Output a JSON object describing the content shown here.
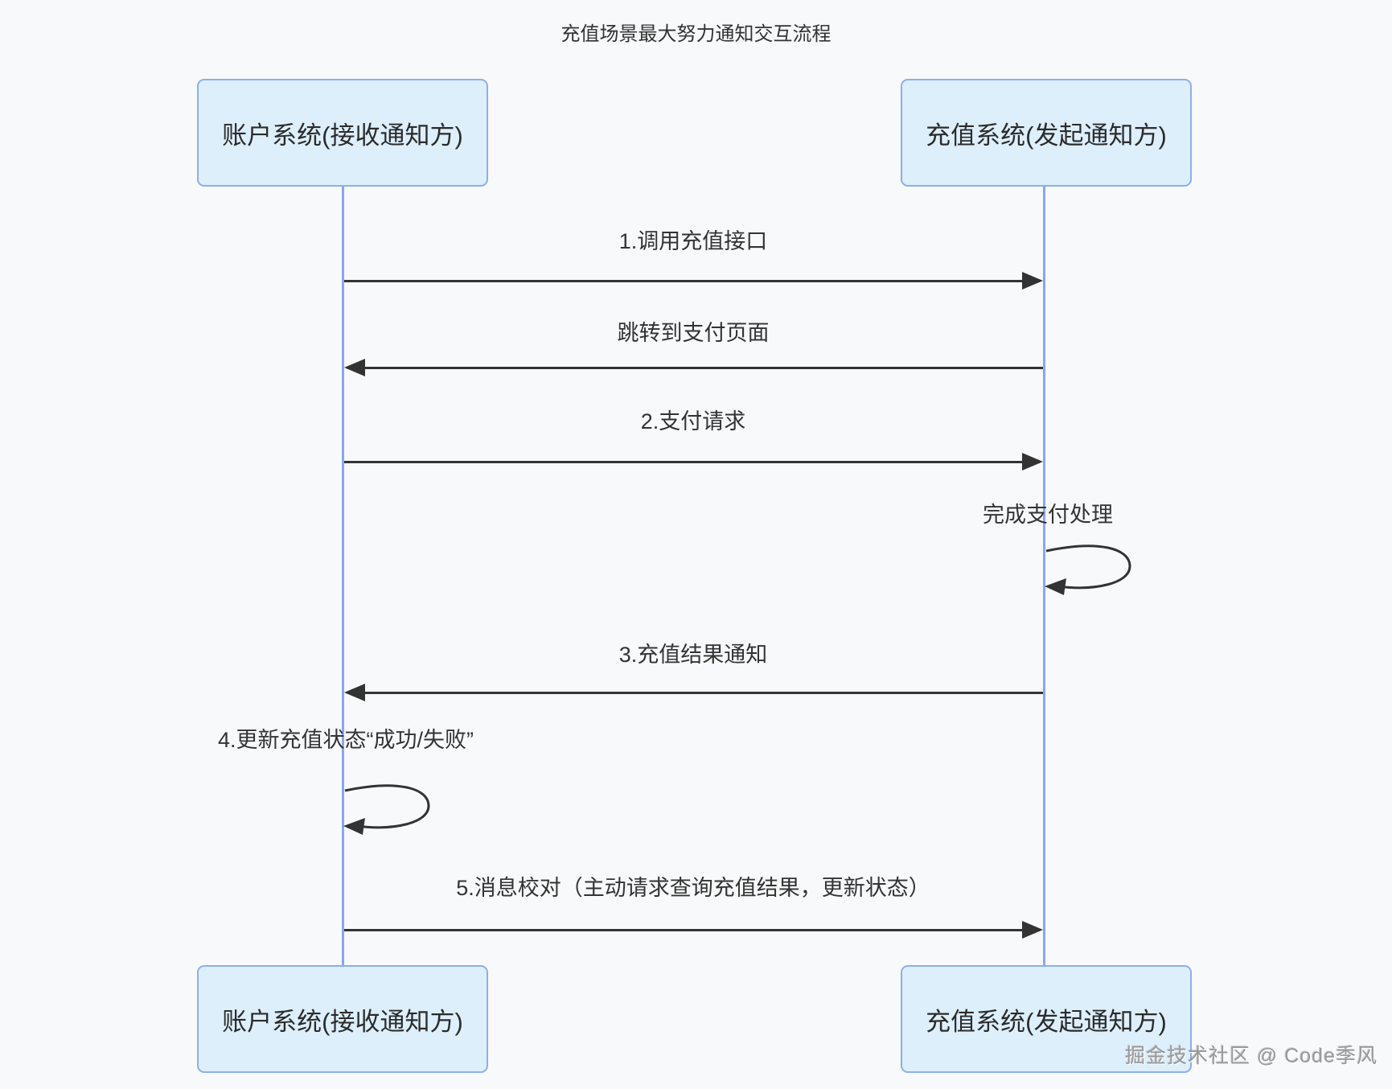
{
  "diagram": {
    "title": "充值场景最大努力通知交互流程",
    "participants": [
      {
        "id": "account",
        "label": "账户系统(接收通知方)"
      },
      {
        "id": "recharge",
        "label": "充值系统(发起通知方)"
      }
    ],
    "messages": [
      {
        "label": "1.调用充值接口",
        "from": "account",
        "to": "recharge",
        "kind": "solid-arrow"
      },
      {
        "label": "跳转到支付页面",
        "from": "recharge",
        "to": "account",
        "kind": "solid-arrow"
      },
      {
        "label": "2.支付请求",
        "from": "account",
        "to": "recharge",
        "kind": "solid-arrow"
      },
      {
        "label": "完成支付处理",
        "from": "recharge",
        "to": "recharge",
        "kind": "self-loop"
      },
      {
        "label": "3.充值结果通知",
        "from": "recharge",
        "to": "account",
        "kind": "solid-arrow"
      },
      {
        "label": "4.更新充值状态“成功/失败”",
        "from": "account",
        "to": "account",
        "kind": "self-loop"
      },
      {
        "label": "5.消息校对（主动请求查询充值结果，更新状态）",
        "from": "account",
        "to": "recharge",
        "kind": "solid-arrow"
      }
    ],
    "watermark": "掘金技术社区 @ Code季风",
    "colors": {
      "background": "#f8f9fa",
      "actor_fill": "#ddeffb",
      "actor_border": "#8caef0",
      "lifeline": "#8aa6f4",
      "arrow": "#333333",
      "text": "#333333",
      "watermark": "#999999"
    }
  }
}
